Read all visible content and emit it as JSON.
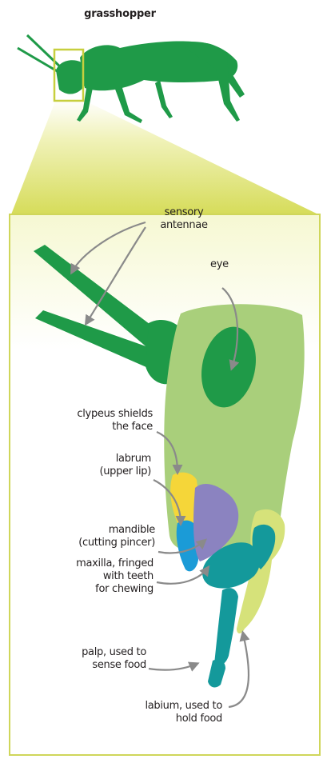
{
  "title": "grasshopper",
  "labels": {
    "antennae": [
      "sensory",
      "antennae"
    ],
    "eye": [
      "eye"
    ],
    "clypeus": [
      "clypeus shields",
      "the face"
    ],
    "labrum": [
      "labrum",
      "(upper lip)"
    ],
    "mandible": [
      "mandible",
      "(cutting pincer)"
    ],
    "maxilla": [
      "maxilla, fringed",
      "with teeth",
      "for chewing"
    ],
    "palp": [
      "palp, used to",
      "sense food"
    ],
    "labium": [
      "labium, used to",
      "hold food"
    ]
  },
  "colors": {
    "insect_green": "#1f9a48",
    "head_light_green": "#a9cf7b",
    "labrum_yellow": "#f5d639",
    "mandible_blue": "#1b9bd7",
    "labrum_purple": "#8b83c0",
    "maxilla_teal": "#14999b",
    "labium_lime": "#d6e27a",
    "frame_yellow": "#cfd65a",
    "arrow_grey": "#8a8a8a"
  }
}
